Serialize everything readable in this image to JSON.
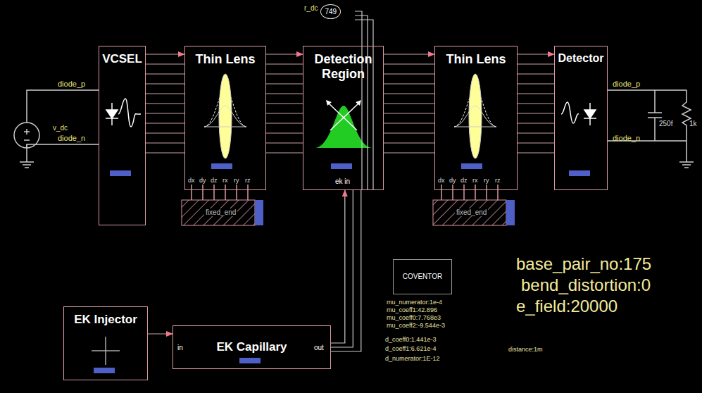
{
  "diagram": {
    "nodes": [
      {
        "text": [
          "VCSEL"
        ]
      },
      {
        "text": [
          "Thin Lens"
        ]
      },
      {
        "text": [
          "Detection Region"
        ]
      },
      {
        "text": [
          "Thin Lens"
        ]
      },
      {
        "text": [
          "Detector"
        ]
      },
      {
        "text": [
          "r_dc",
          "749"
        ]
      },
      {
        "text": [
          "EK Injector"
        ]
      },
      {
        "text": [
          "EK Capillary"
        ]
      },
      {
        "text": [
          "COVENTOR"
        ]
      }
    ],
    "edges": [
      {
        "from": 0,
        "to": 1,
        "arrow": "to"
      },
      {
        "from": 1,
        "to": 2,
        "arrow": "to"
      },
      {
        "from": 2,
        "to": 3,
        "arrow": "to"
      },
      {
        "from": 3,
        "to": 4,
        "arrow": "to"
      },
      {
        "from": 5,
        "to": 2,
        "arrow": "none"
      },
      {
        "from": 6,
        "to": 7,
        "arrow": "to"
      },
      {
        "from": 7,
        "to": 2,
        "arrow": "to"
      }
    ],
    "labels": [
      "v_dc",
      "diode_p",
      "diode_n",
      "dx",
      "dy",
      "dz",
      "rx",
      "ry",
      "rz",
      "fixed_end",
      "ek in",
      "dx",
      "dy",
      "dz",
      "rx",
      "ry",
      "rz",
      "fixed_end",
      "diode_p",
      "diode_n",
      "250f",
      "1k",
      "in",
      "out",
      "mu_numerator:1e-4",
      "mu_coeff1:42.896",
      "mu_coeff0:7.768e3",
      "mu_coeff2:-9.544e-3",
      "d_coeff0:1.441e-3",
      "d_coeff1:6.621e-4",
      "d_numerator:1E-12",
      "distance:1m",
      "base_pair_no:175",
      "bend_distortion:0",
      "e_field:20000"
    ]
  }
}
